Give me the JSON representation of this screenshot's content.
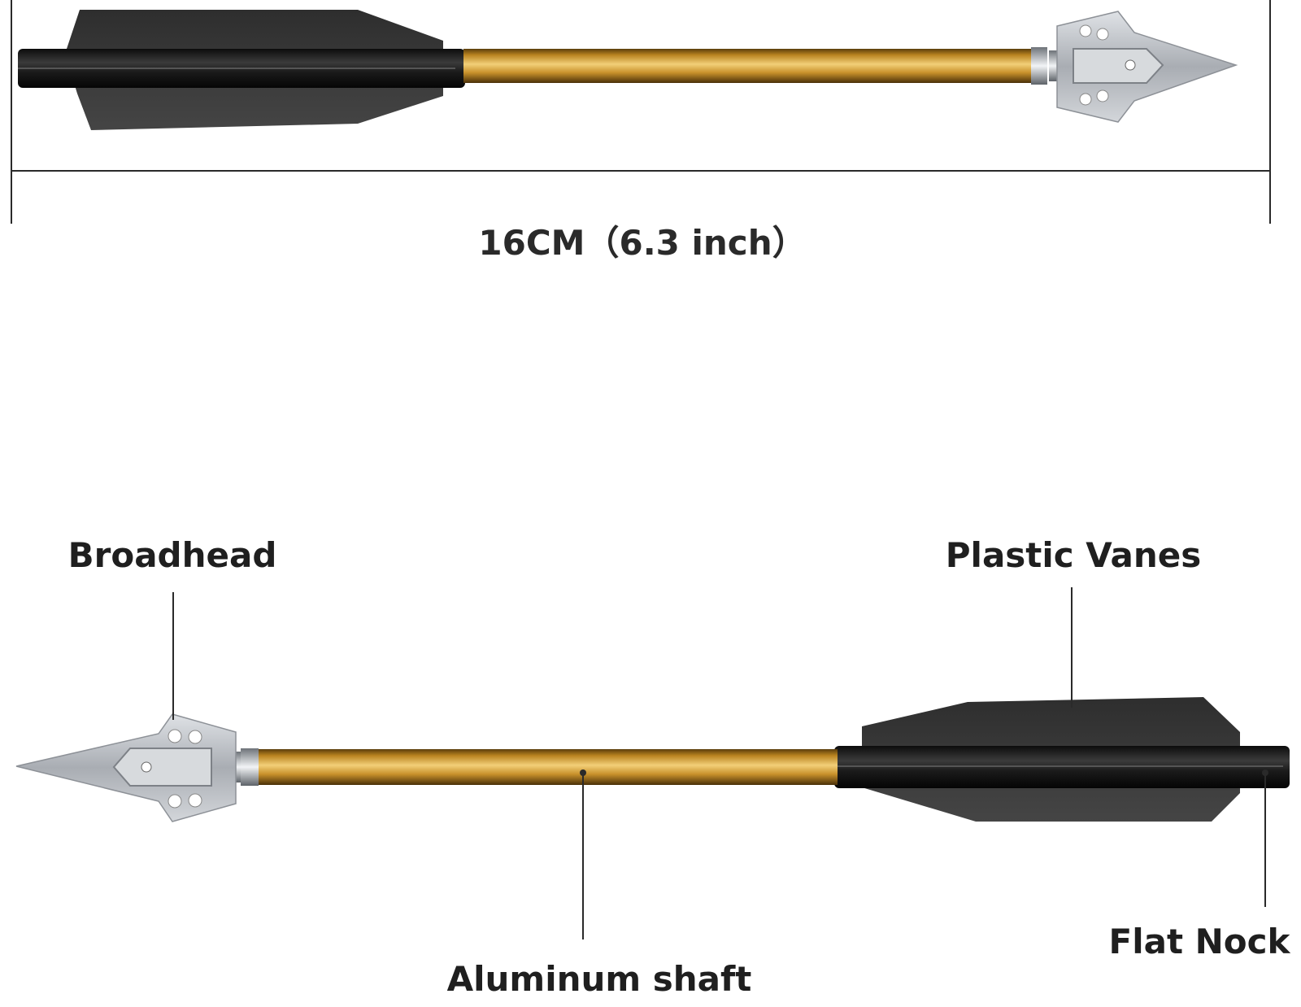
{
  "dimension": {
    "label": "16CM（6.3 inch）"
  },
  "callouts": {
    "broadhead": "Broadhead",
    "plastic_vanes": "Plastic Vanes",
    "aluminum_shaft": "Aluminum shaft",
    "flat_nock": "Flat Nock"
  },
  "colors": {
    "vane": "#3a3a3a",
    "nock": "#1e1e1e",
    "shaft_gold": "#d9a441",
    "shaft_dark": "#6b4a12",
    "blade": "#b9bdc2",
    "line": "#2a2a2a"
  },
  "icons": [
    "arrow-illustration",
    "broadhead-icon",
    "vane-icon",
    "nock-icon"
  ]
}
